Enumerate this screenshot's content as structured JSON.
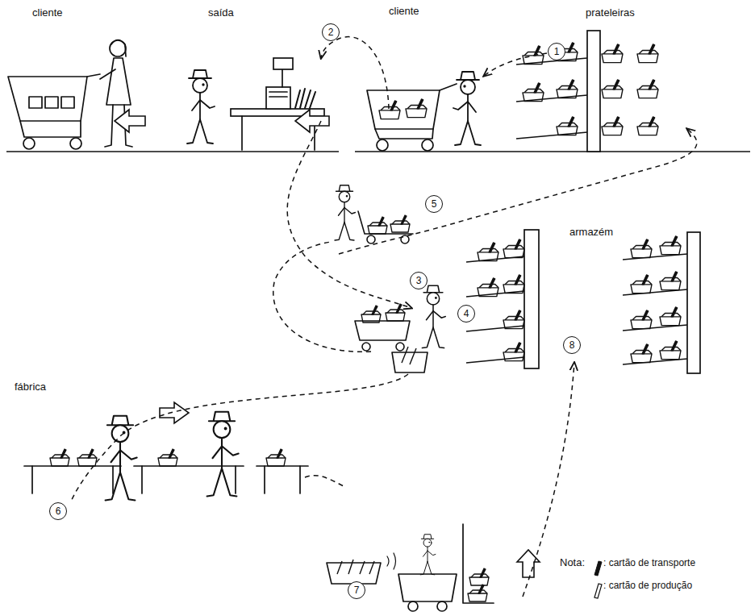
{
  "diagram": {
    "labels": [
      "cliente",
      "saída",
      "cliente",
      "prateleiras",
      "1",
      "2",
      "armazém",
      "5",
      "3",
      "4",
      "8",
      "fábrica",
      "6",
      "7",
      "Nota:"
    ],
    "legend": [
      {
        "text": ": cartão de transporte"
      },
      {
        "text": ": cartão de produção"
      }
    ]
  }
}
